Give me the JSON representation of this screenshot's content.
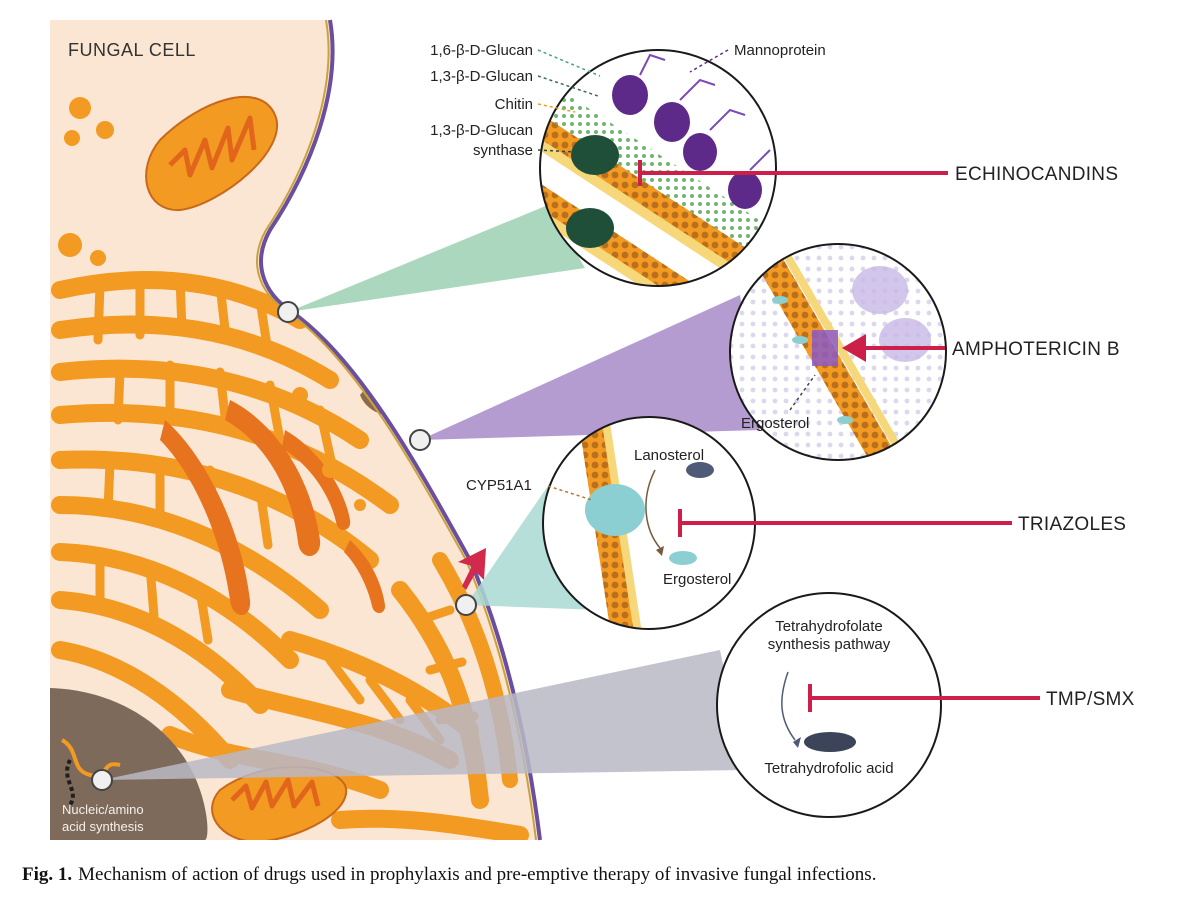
{
  "cell_label": "FUNGAL CELL",
  "nucleus_label_line1": "Nucleic/amino",
  "nucleus_label_line2": "acid synthesis",
  "cell_wall": {
    "labels": [
      "1,6-β-D-Glucan",
      "1,3-β-D-Glucan",
      "Chitin",
      "1,3-β-D-Glucan",
      "synthase"
    ],
    "mannoprotein": "Mannoprotein"
  },
  "membrane": {
    "ergosterol": "Ergosterol"
  },
  "ergosterol_synthesis": {
    "enzyme": "CYP51A1",
    "substrate": "Lanosterol",
    "product": "Ergosterol"
  },
  "folate": {
    "pathway_line1": "Tetrahydrofolate",
    "pathway_line2": "synthesis pathway",
    "product": "Tetrahydrofolic acid"
  },
  "drugs": {
    "echinocandins": "ECHINOCANDINS",
    "amphotericin": "AMPHOTERICIN B",
    "triazoles": "TRIAZOLES",
    "tmp_smx": "TMP/SMX"
  },
  "colors": {
    "cytoplasm": "#fbe6d3",
    "er": "#f39a22",
    "inhibitor": "#cc1f4a",
    "cone_green": "#8fc9a8",
    "cone_purple": "#a78bc9",
    "cone_teal": "#a9d9d4",
    "cone_gray": "#b9b9c6"
  },
  "caption": {
    "label": "Fig. 1.",
    "text": "Mechanism of action of drugs used in prophylaxis and pre-emptive therapy of invasive fungal infections."
  }
}
